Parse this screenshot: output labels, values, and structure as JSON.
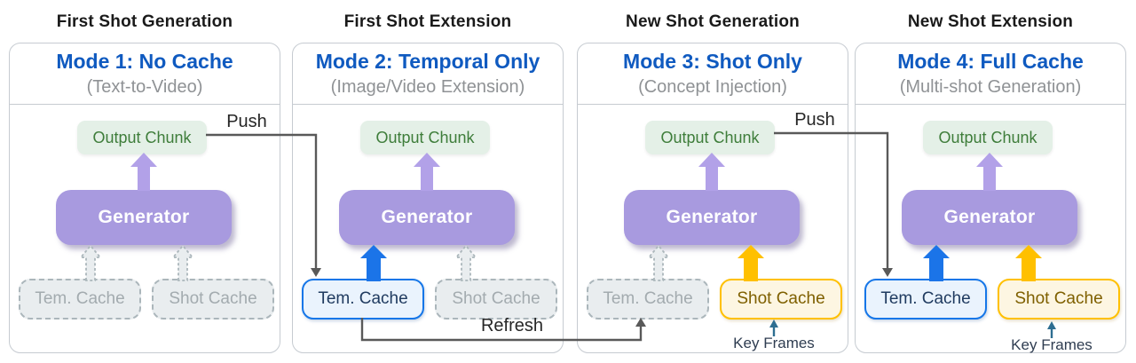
{
  "colors": {
    "stage_title_black": "#1a1a1a",
    "mode_title_blue": "#0f5ac0",
    "subtitle_gray": "#8f9295",
    "panel_border": "#c6cbd1",
    "green_bg": "#e4f0e7",
    "green_text": "#3e7d3a",
    "purple_box": "#a89adf",
    "purple_arrow": "#b2a1e8",
    "blue_border": "#1576e8",
    "blue_bg": "#eaf3fd",
    "blue_text": "#1f3a5f",
    "blue_arrow": "#1b74e8",
    "yellow_border": "#ffc000",
    "yellow_bg": "#fdf6e2",
    "yellow_text": "#7f6000",
    "yellow_arrow": "#ffc000",
    "inactive_bg": "#e9edef",
    "inactive_border": "#abb6bb",
    "inactive_text": "#a3abaf",
    "connector_gray": "#595959",
    "keyframes_arrow": "#2e6e91",
    "keyframes_text": "#2f3d51",
    "label_dark": "#262626"
  },
  "panels": [
    {
      "stage_title": "First Shot Generation",
      "mode_title": "Mode 1: No Cache",
      "mode_subtitle": "(Text-to-Video)",
      "output_chunk_label": "Output Chunk",
      "generator_label": "Generator",
      "tem_cache": {
        "label": "Tem. Cache",
        "state": "inactive"
      },
      "shot_cache": {
        "label": "Shot Cache",
        "state": "inactive"
      }
    },
    {
      "stage_title": "First Shot Extension",
      "mode_title": "Mode 2: Temporal Only",
      "mode_subtitle": "(Image/Video Extension)",
      "output_chunk_label": "Output Chunk",
      "generator_label": "Generator",
      "tem_cache": {
        "label": "Tem. Cache",
        "state": "active"
      },
      "shot_cache": {
        "label": "Shot Cache",
        "state": "inactive"
      }
    },
    {
      "stage_title": "New Shot Generation",
      "mode_title": "Mode 3: Shot Only",
      "mode_subtitle": "(Concept Injection)",
      "output_chunk_label": "Output Chunk",
      "generator_label": "Generator",
      "tem_cache": {
        "label": "Tem. Cache",
        "state": "inactive"
      },
      "shot_cache": {
        "label": "Shot Cache",
        "state": "active"
      }
    },
    {
      "stage_title": "New Shot Extension",
      "mode_title": "Mode 4: Full Cache",
      "mode_subtitle": "(Multi-shot Generation)",
      "output_chunk_label": "Output Chunk",
      "generator_label": "Generator",
      "tem_cache": {
        "label": "Tem. Cache",
        "state": "active"
      },
      "shot_cache": {
        "label": "Shot Cache",
        "state": "active"
      }
    }
  ],
  "connectors": {
    "push_1": "Push",
    "push_2": "Push",
    "refresh": "Refresh",
    "key_frames_1": "Key Frames",
    "key_frames_2": "Key Frames"
  }
}
